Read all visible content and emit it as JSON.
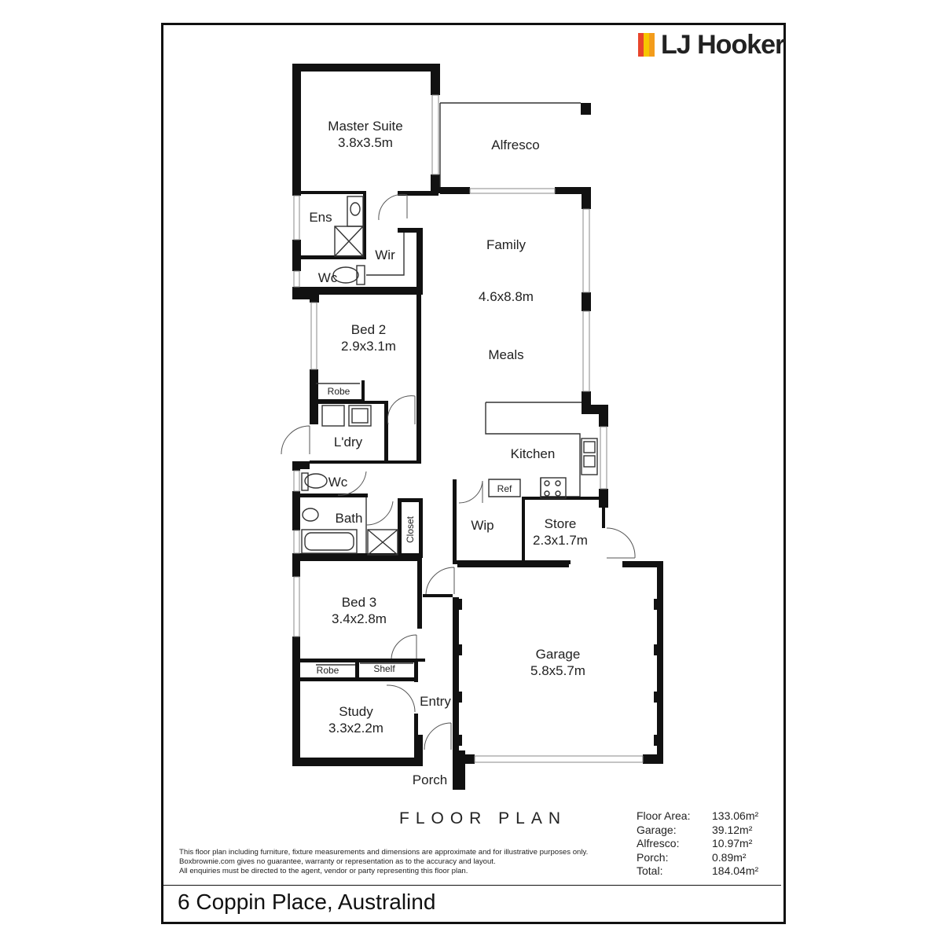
{
  "brand": {
    "name": "LJ Hooker",
    "colors": [
      "#e8452c",
      "#f7c500",
      "#f39c1b"
    ]
  },
  "rooms": {
    "master_suite": {
      "name": "Master Suite",
      "size": "3.8x3.5m"
    },
    "alfresco": {
      "name": "Alfresco"
    },
    "ens": {
      "name": "Ens"
    },
    "wir": {
      "name": "Wir"
    },
    "wc_top": {
      "name": "Wc"
    },
    "family": {
      "name": "Family",
      "size": "4.6x8.8m"
    },
    "meals": {
      "name": "Meals"
    },
    "bed2": {
      "name": "Bed 2",
      "size": "2.9x3.1m"
    },
    "robe_top": {
      "name": "Robe"
    },
    "laundry": {
      "name": "L'dry"
    },
    "kitchen": {
      "name": "Kitchen"
    },
    "ref": {
      "name": "Ref"
    },
    "wc_mid": {
      "name": "Wc"
    },
    "bath": {
      "name": "Bath"
    },
    "closet": {
      "name": "Closet"
    },
    "wip": {
      "name": "Wip"
    },
    "store": {
      "name": "Store",
      "size": "2.3x1.7m"
    },
    "bed3": {
      "name": "Bed 3",
      "size": "3.4x2.8m"
    },
    "garage": {
      "name": "Garage",
      "size": "5.8x5.7m"
    },
    "robe_bottom": {
      "name": "Robe"
    },
    "shelf": {
      "name": "Shelf"
    },
    "entry": {
      "name": "Entry"
    },
    "study": {
      "name": "Study",
      "size": "3.3x2.2m"
    },
    "porch": {
      "name": "Porch"
    }
  },
  "plan_title": "FLOOR PLAN",
  "disclaimer": [
    "This floor plan including furniture, fixture measurements and dimensions are approximate and for illustrative purposes only.",
    "Boxbrownie.com gives no guarantee, warranty or representation as to the accuracy and layout.",
    "All enquiries must be directed to the agent, vendor or party representing this floor plan."
  ],
  "areas": [
    {
      "label": "Floor Area:",
      "value": "133.06m²"
    },
    {
      "label": "Garage:",
      "value": "39.12m²"
    },
    {
      "label": "Alfresco:",
      "value": "10.97m²"
    },
    {
      "label": "Porch:",
      "value": "0.89m²"
    },
    {
      "label": "Total:",
      "value": "184.04m²"
    }
  ],
  "address": "6 Coppin Place, Australind"
}
